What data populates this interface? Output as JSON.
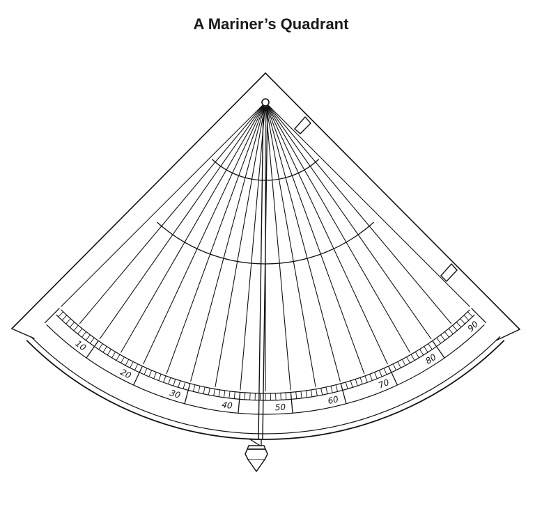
{
  "title": "A Mariner’s Quadrant",
  "scale": {
    "degree_labels": [
      "10",
      "20",
      "30",
      "40",
      "50",
      "60",
      "70",
      "80",
      "90"
    ]
  },
  "colors": {
    "ink": "#111111",
    "background": "#ffffff"
  }
}
